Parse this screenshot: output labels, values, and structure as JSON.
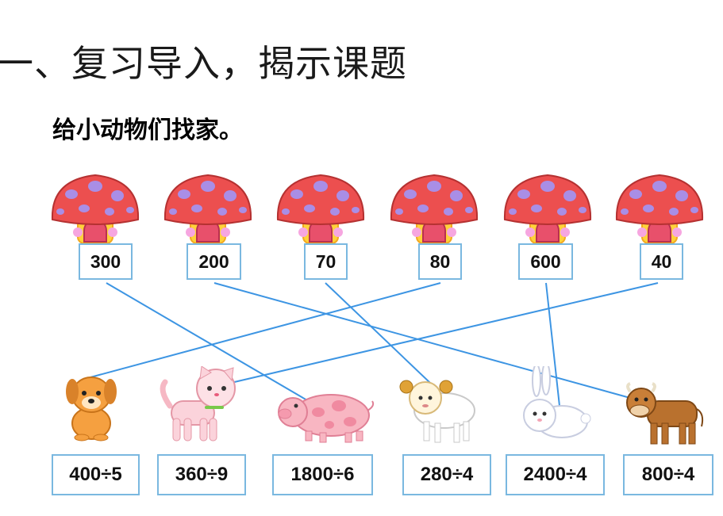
{
  "title": "一、复习导入，揭示课题",
  "subtitle": "给小动物们找家。",
  "houses": [
    {
      "label": "300",
      "icon": "mushroom-house-icon"
    },
    {
      "label": "200",
      "icon": "mushroom-house-icon"
    },
    {
      "label": "70",
      "icon": "mushroom-house-icon"
    },
    {
      "label": "80",
      "icon": "mushroom-house-icon"
    },
    {
      "label": "600",
      "icon": "mushroom-house-icon"
    },
    {
      "label": "40",
      "icon": "mushroom-house-icon"
    }
  ],
  "animals": [
    {
      "name": "dog",
      "icon": "dog-icon",
      "expression": "400÷5"
    },
    {
      "name": "cat",
      "icon": "cat-icon",
      "expression": "360÷9"
    },
    {
      "name": "pig",
      "icon": "pig-icon",
      "expression": "1800÷6"
    },
    {
      "name": "sheep",
      "icon": "sheep-icon",
      "expression": "280÷4"
    },
    {
      "name": "rabbit",
      "icon": "rabbit-icon",
      "expression": "2400÷4"
    },
    {
      "name": "cow",
      "icon": "cow-icon",
      "expression": "800÷4"
    }
  ],
  "connections": [
    {
      "house": "300",
      "animal": "pig"
    },
    {
      "house": "200",
      "animal": "cow"
    },
    {
      "house": "70",
      "animal": "sheep"
    },
    {
      "house": "80",
      "animal": "dog"
    },
    {
      "house": "600",
      "animal": "rabbit"
    },
    {
      "house": "40",
      "animal": "cat"
    }
  ],
  "colors": {
    "line": "#3d95e3",
    "box_border": "#7ab8e0",
    "mushroom_cap": "#ec4f4f",
    "mushroom_spots": "#a98ee6",
    "mushroom_base": "#ffd23a"
  }
}
